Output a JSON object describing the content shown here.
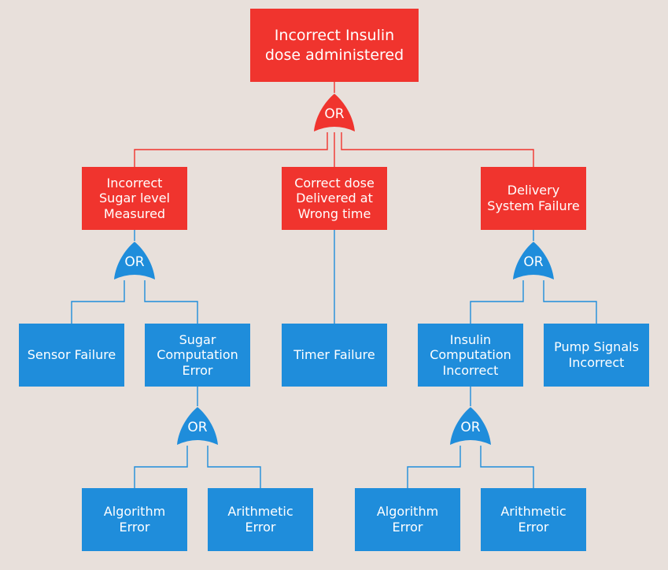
{
  "colors": {
    "background": "#e8e0db",
    "top_event": "#f0342e",
    "basic_event": "#1f8ddb",
    "red_wire": "#f0342e",
    "blue_wire": "#1f8ddb"
  },
  "gate_label": "OR",
  "nodes": {
    "top": "Incorrect Insulin\ndose administered",
    "sugar_level": "Incorrect\nSugar level\nMeasured",
    "wrong_time": "Correct dose\nDelivered at\nWrong time",
    "delivery_failure": "Delivery\nSystem Failure",
    "sensor_failure": "Sensor Failure",
    "sugar_computation": "Sugar\nComputation\nError",
    "timer_failure": "Timer Failure",
    "insulin_computation": "Insulin\nComputation\nIncorrect",
    "pump_signals": "Pump Signals\nIncorrect",
    "algorithm_error_left": "Algorithm\nError",
    "arithmetic_error_left": "Arithmetic\nError",
    "algorithm_error_right": "Algorithm\nError",
    "arithmetic_error_right": "Arithmetic\nError"
  }
}
